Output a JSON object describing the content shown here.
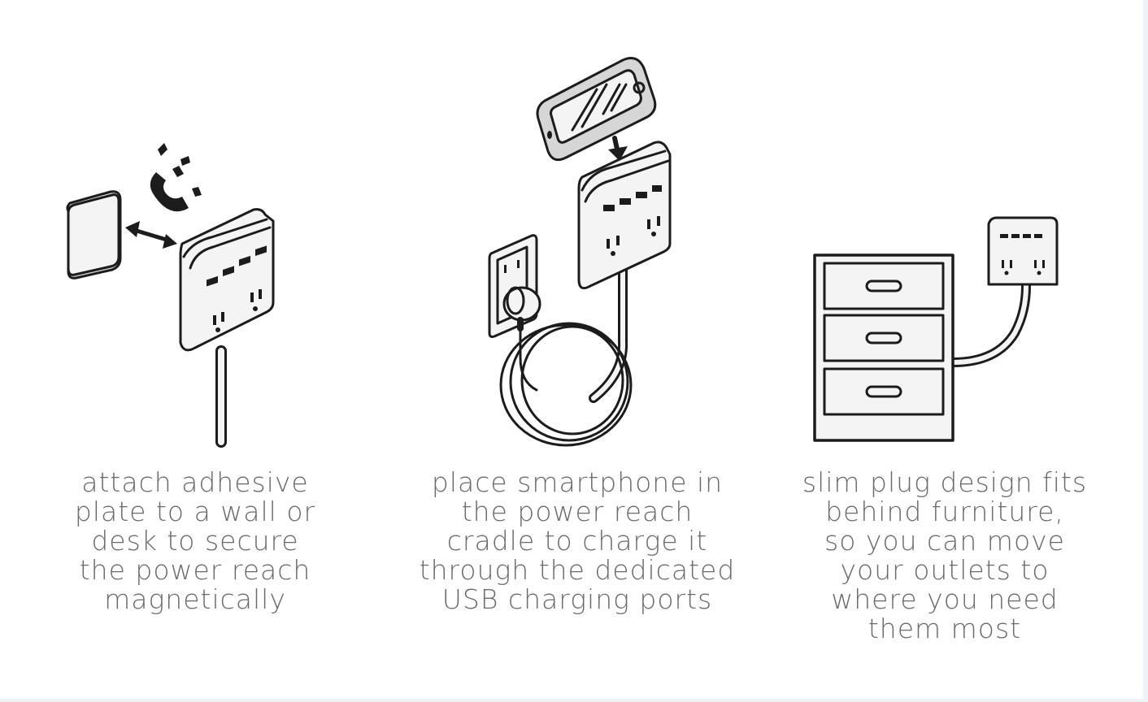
{
  "steps": [
    {
      "lines": [
        "attach adhesive",
        "plate to a wall or",
        "desk to secure",
        "the power reach",
        "magnetically"
      ]
    },
    {
      "lines": [
        "place smartphone in",
        "the power reach",
        "cradle to charge it",
        "through the dedicated",
        "USB charging ports"
      ]
    },
    {
      "lines": [
        "slim plug design fits",
        "behind furniture,",
        "so you can move",
        "your outlets to",
        "where you need",
        "them most"
      ]
    }
  ],
  "icons": [
    "adhesive-plate",
    "magnet-icon",
    "double-arrow-icon",
    "power-reach-outlet",
    "phone-icon",
    "wall-outlet",
    "coiled-cord",
    "dresser-icon",
    "slim-plug-outlet"
  ],
  "colors": {
    "caption": "#6b6b6b",
    "line": "#1c1c1c",
    "fill": "#f4f4f4"
  }
}
